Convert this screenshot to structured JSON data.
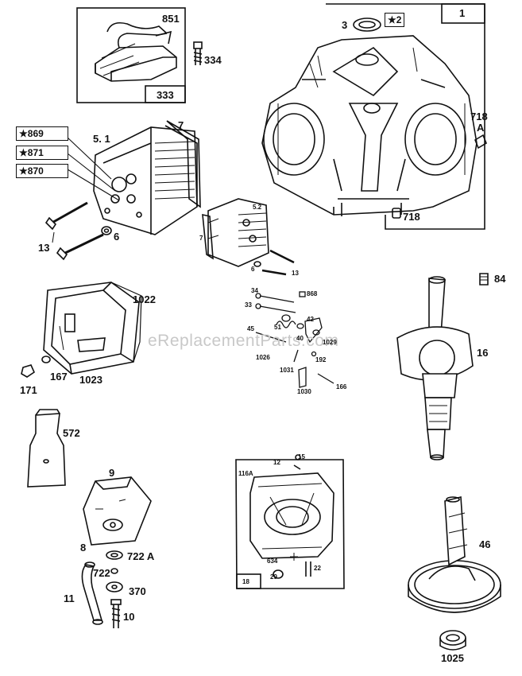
{
  "watermark": "eReplacementParts.com",
  "parts": {
    "p851": "851",
    "p334": "334",
    "p333": "333",
    "p1": "1",
    "p3": "3",
    "p2": "2",
    "p718a": "718",
    "p718a_sub": "A",
    "p718": "718",
    "p869": "869",
    "p871": "871",
    "p870": "870",
    "p51": "5. 1",
    "p7": "7",
    "p13": "13",
    "p6": "6",
    "p52": "5.2",
    "p7b": "7",
    "p6b": "6",
    "p13b": "13",
    "p84": "84",
    "p16": "16",
    "p1022": "1022",
    "p1023": "1023",
    "p171": "171",
    "p167": "167",
    "p34": "34",
    "p33": "33",
    "p868": "868",
    "p45": "45",
    "p51v": "51",
    "p42": "42",
    "p40": "40",
    "p1029": "1029",
    "p1026": "1026",
    "p192": "192",
    "p1031": "1031",
    "p1030": "1030",
    "p166": "166",
    "p572": "572",
    "p9": "9",
    "p8": "8",
    "p722a": "722 A",
    "p722": "722",
    "p370": "370",
    "p11": "11",
    "p10": "10",
    "p12": "12",
    "p15": "15",
    "p116a": "116A",
    "p634": "634",
    "p18": "18",
    "p29": "29",
    "p22": "22",
    "p46": "46",
    "p1025": "1025"
  },
  "star_glyph": "★"
}
